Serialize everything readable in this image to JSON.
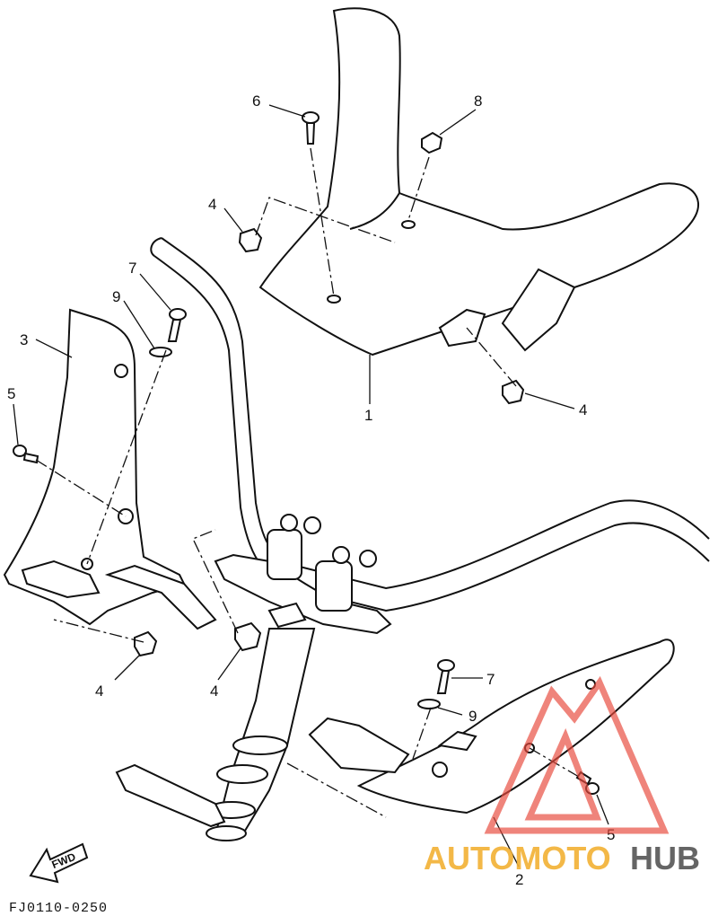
{
  "diagram": {
    "callouts": [
      {
        "id": "c6",
        "label": "6"
      },
      {
        "id": "c8",
        "label": "8"
      },
      {
        "id": "c4a",
        "label": "4"
      },
      {
        "id": "c7a",
        "label": "7"
      },
      {
        "id": "c9a",
        "label": "9"
      },
      {
        "id": "c3",
        "label": "3"
      },
      {
        "id": "c5a",
        "label": "5"
      },
      {
        "id": "c1",
        "label": "1"
      },
      {
        "id": "c4b",
        "label": "4"
      },
      {
        "id": "c4c",
        "label": "4"
      },
      {
        "id": "c4d",
        "label": "4"
      },
      {
        "id": "c7b",
        "label": "7"
      },
      {
        "id": "c9b",
        "label": "9"
      },
      {
        "id": "c5b",
        "label": "5"
      },
      {
        "id": "c2",
        "label": "2"
      }
    ],
    "drawing_code": "FJ0110-0250",
    "fwd_label": "FWD"
  },
  "watermark": {
    "part1": "AUTOMOTO",
    "part2": "HUB",
    "color_primary": "#e8493c",
    "color_secondary": "#f2b134",
    "color_dark": "#555555"
  }
}
